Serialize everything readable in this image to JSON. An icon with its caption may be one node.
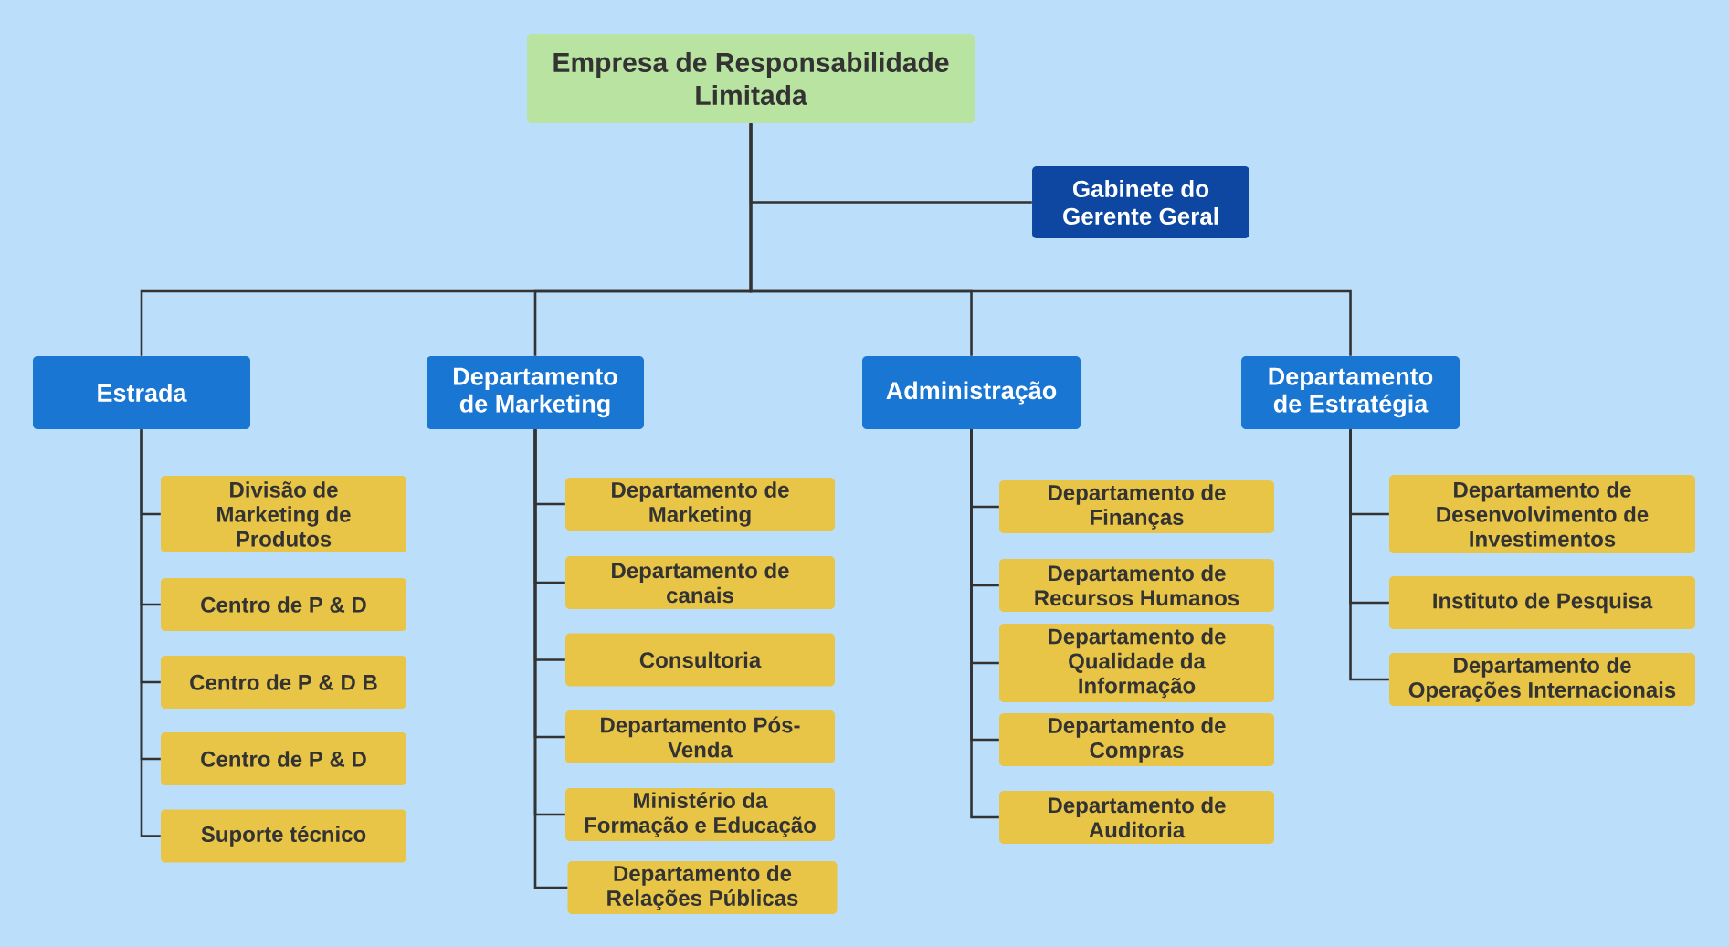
{
  "diagram": {
    "nodes": [
      {
        "text": [
          "Empresa de Responsabilidade Limitada"
        ]
      },
      {
        "text": [
          "Gabinete do Gerente Geral"
        ]
      },
      {
        "text": [
          "Estrada"
        ]
      },
      {
        "text": [
          "Departamento de Marketing"
        ]
      },
      {
        "text": [
          "Administração"
        ]
      },
      {
        "text": [
          "Departamento de Estratégia"
        ]
      },
      {
        "text": [
          "Divisão de Marketing de Produtos"
        ]
      },
      {
        "text": [
          "Centro de P & D"
        ]
      },
      {
        "text": [
          "Centro de P & D B"
        ]
      },
      {
        "text": [
          "Centro de P & D"
        ]
      },
      {
        "text": [
          "Suporte técnico"
        ]
      },
      {
        "text": [
          "Departamento de Marketing"
        ]
      },
      {
        "text": [
          "Departamento de canais"
        ]
      },
      {
        "text": [
          "Consultoria"
        ]
      },
      {
        "text": [
          "Departamento Pós-Venda"
        ]
      },
      {
        "text": [
          "Ministério da Formação e Educação"
        ]
      },
      {
        "text": [
          "Departamento de Relações Públicas"
        ]
      },
      {
        "text": [
          "Departamento de Finanças"
        ]
      },
      {
        "text": [
          "Departamento de Recursos Humanos"
        ]
      },
      {
        "text": [
          "Departamento de Qualidade da Informação"
        ]
      },
      {
        "text": [
          "Departamento de Compras"
        ]
      },
      {
        "text": [
          "Departamento de Auditoria"
        ]
      },
      {
        "text": [
          "Departamento de Desenvolvimento de Investimentos"
        ]
      },
      {
        "text": [
          "Instituto de Pesquisa"
        ]
      },
      {
        "text": [
          "Departamento de Operações Internacionais"
        ]
      }
    ],
    "edges": [
      {
        "from": 0,
        "to": 1,
        "arrow": "none"
      },
      {
        "from": 0,
        "to": 2,
        "arrow": "none"
      },
      {
        "from": 0,
        "to": 3,
        "arrow": "none"
      },
      {
        "from": 0,
        "to": 4,
        "arrow": "none"
      },
      {
        "from": 0,
        "to": 5,
        "arrow": "none"
      },
      {
        "from": 2,
        "to": 6,
        "arrow": "none"
      },
      {
        "from": 2,
        "to": 7,
        "arrow": "none"
      },
      {
        "from": 2,
        "to": 8,
        "arrow": "none"
      },
      {
        "from": 2,
        "to": 9,
        "arrow": "none"
      },
      {
        "from": 2,
        "to": 10,
        "arrow": "none"
      },
      {
        "from": 3,
        "to": 11,
        "arrow": "none"
      },
      {
        "from": 3,
        "to": 12,
        "arrow": "none"
      },
      {
        "from": 3,
        "to": 13,
        "arrow": "none"
      },
      {
        "from": 3,
        "to": 14,
        "arrow": "none"
      },
      {
        "from": 3,
        "to": 15,
        "arrow": "none"
      },
      {
        "from": 3,
        "to": 16,
        "arrow": "none"
      },
      {
        "from": 4,
        "to": 17,
        "arrow": "none"
      },
      {
        "from": 4,
        "to": 18,
        "arrow": "none"
      },
      {
        "from": 4,
        "to": 19,
        "arrow": "none"
      },
      {
        "from": 4,
        "to": 20,
        "arrow": "none"
      },
      {
        "from": 4,
        "to": 21,
        "arrow": "none"
      },
      {
        "from": 5,
        "to": 22,
        "arrow": "none"
      },
      {
        "from": 5,
        "to": 23,
        "arrow": "none"
      },
      {
        "from": 5,
        "to": 24,
        "arrow": "none"
      }
    ]
  }
}
